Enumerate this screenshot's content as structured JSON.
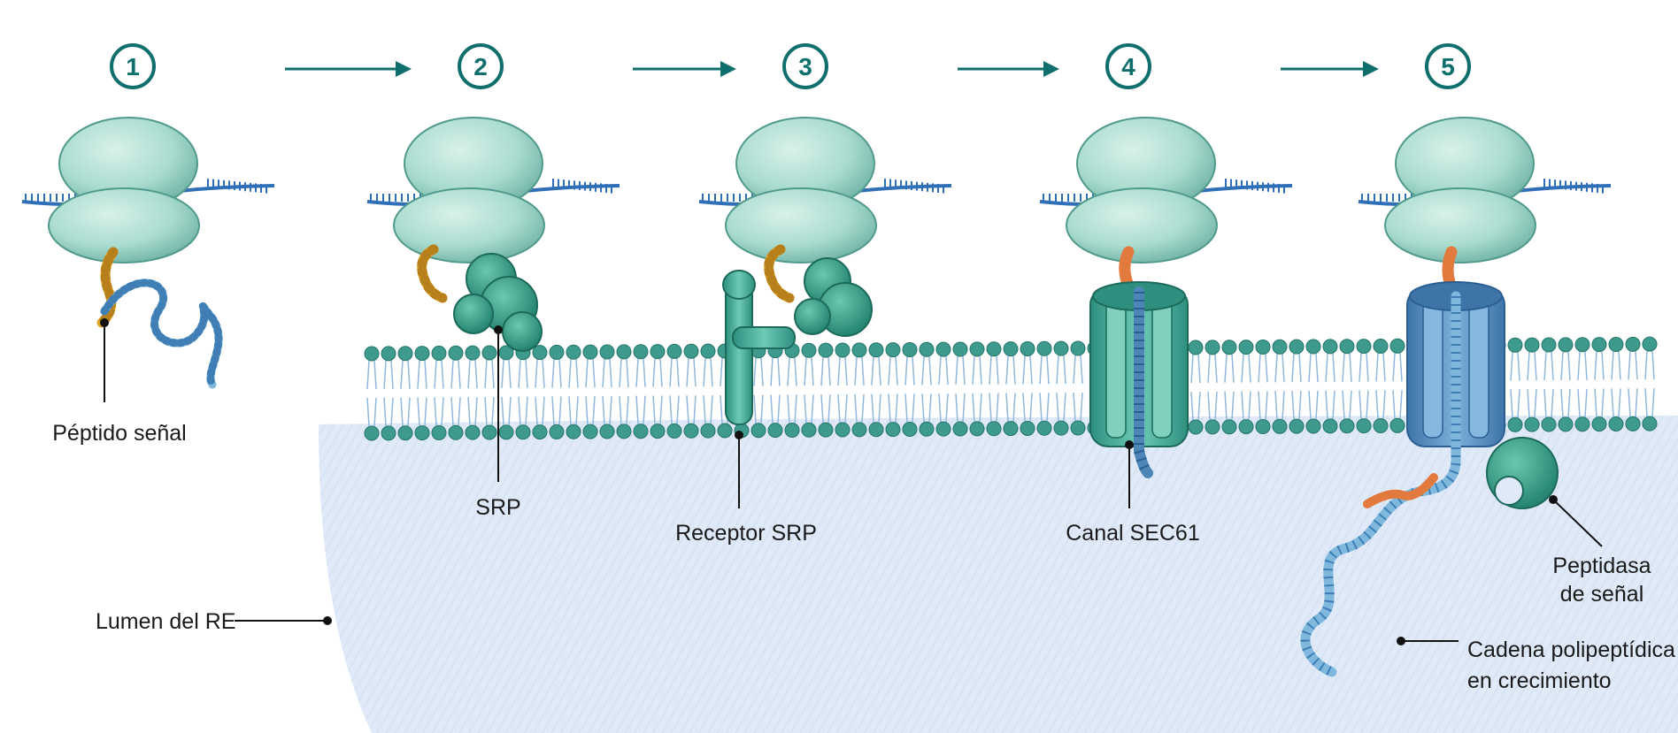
{
  "steps": [
    "1",
    "2",
    "3",
    "4",
    "5"
  ],
  "labels": {
    "signal_peptide": "Péptido señal",
    "srp": "SRP",
    "srp_receptor": "Receptor SRP",
    "sec61_channel": "Canal SEC61",
    "signal_peptidase_line1": "Peptidasa",
    "signal_peptidase_line2": "de señal",
    "er_lumen": "Lumen del RE",
    "polypeptide_line1": "Cadena polipeptídica",
    "polypeptide_line2": "en crecimiento"
  },
  "colors": {
    "accent": "#0f6f6c",
    "ribosome": "#a9dccf",
    "ribosome_dark": "#5fa99c",
    "mrna": "#2f6fb7",
    "signal_peptide": "#e0a626",
    "srp": "#2f9a84",
    "membrane_head": "#3e9a8c",
    "membrane_tail": "#8fb8dc",
    "channel": "#3f9f8e",
    "channel_blue": "#4f86b8",
    "chain": "#7fb8dc",
    "cleaved_peptide": "#e27a3e",
    "lumen": "#dce8f6"
  }
}
